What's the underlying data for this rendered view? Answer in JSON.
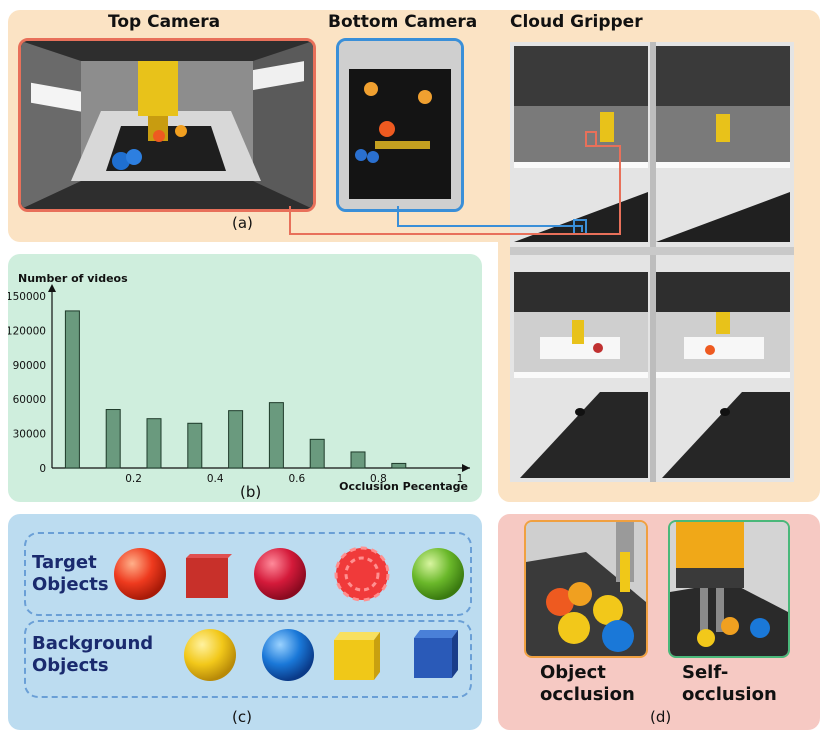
{
  "panel_a": {
    "titles": {
      "top": "Top Camera",
      "bottom": "Bottom Camera",
      "cloud": "Cloud Gripper"
    },
    "caption": "(a)",
    "colors": {
      "top_frame": "#e8705a",
      "bottom_frame": "#3a8fd8",
      "bg": "#fbe3c4"
    }
  },
  "panel_b": {
    "caption": "(b)",
    "bg": "#cfeedd"
  },
  "chart_data": {
    "type": "bar",
    "ylabel": "Number of videos",
    "xlabel": "Occlusion Pecentage",
    "ylim": [
      0,
      150000
    ],
    "xlim": [
      0,
      1
    ],
    "y_ticks": [
      "0",
      "30000",
      "60000",
      "90000",
      "120000",
      "150000"
    ],
    "x_ticks": [
      "0.2",
      "0.4",
      "0.6",
      "0.8",
      "1"
    ],
    "x": [
      0.05,
      0.15,
      0.25,
      0.35,
      0.45,
      0.55,
      0.65,
      0.75,
      0.85
    ],
    "values": [
      137000,
      51000,
      43000,
      39000,
      50000,
      57000,
      25000,
      14000,
      4000
    ],
    "bar_color": "#6a9a7e"
  },
  "panel_c": {
    "caption": "(c)",
    "target_label": "Target Objects",
    "background_label": "Background Objects",
    "bg": "#bcdcf0"
  },
  "panel_d": {
    "caption": "(d)",
    "object_occlusion": "Object occlusion",
    "self_occlusion": "Self-occlusion",
    "bg": "#f6c9c3"
  }
}
